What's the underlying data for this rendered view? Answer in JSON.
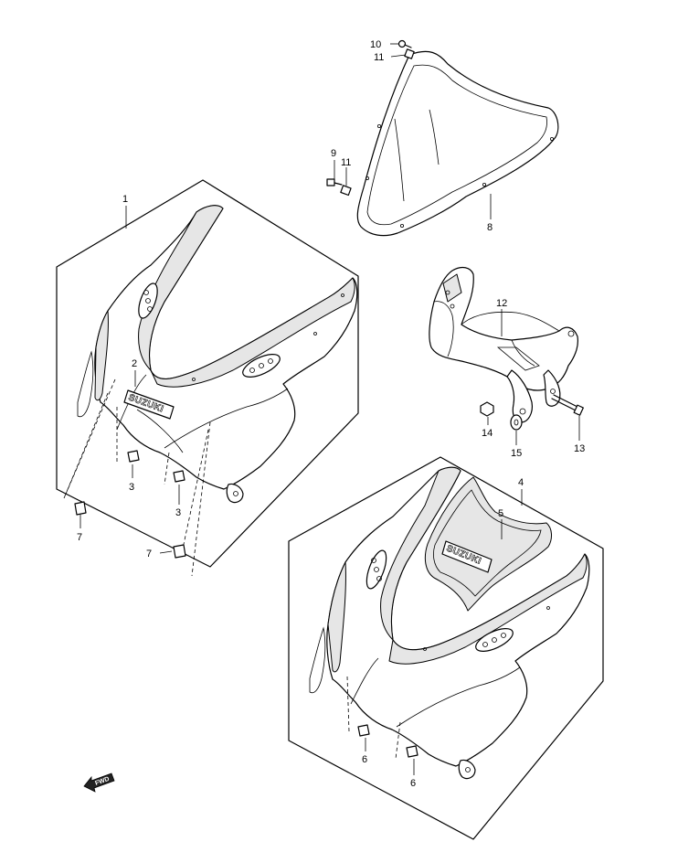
{
  "diagram": {
    "callouts": {
      "c1": "1",
      "c2": "2",
      "c3a": "3",
      "c3b": "3",
      "c4": "4",
      "c5": "5",
      "c6a": "6",
      "c6b": "6",
      "c7a": "7",
      "c7b": "7",
      "c8": "8",
      "c9": "9",
      "c10": "10",
      "c11a": "11",
      "c11b": "11",
      "c12": "12",
      "c13": "13",
      "c14": "14",
      "c15": "15"
    },
    "logos": {
      "cowl_1": "SUZUKI",
      "sticker_5": "SUZUKI"
    },
    "direction_arrow": "FWD"
  }
}
